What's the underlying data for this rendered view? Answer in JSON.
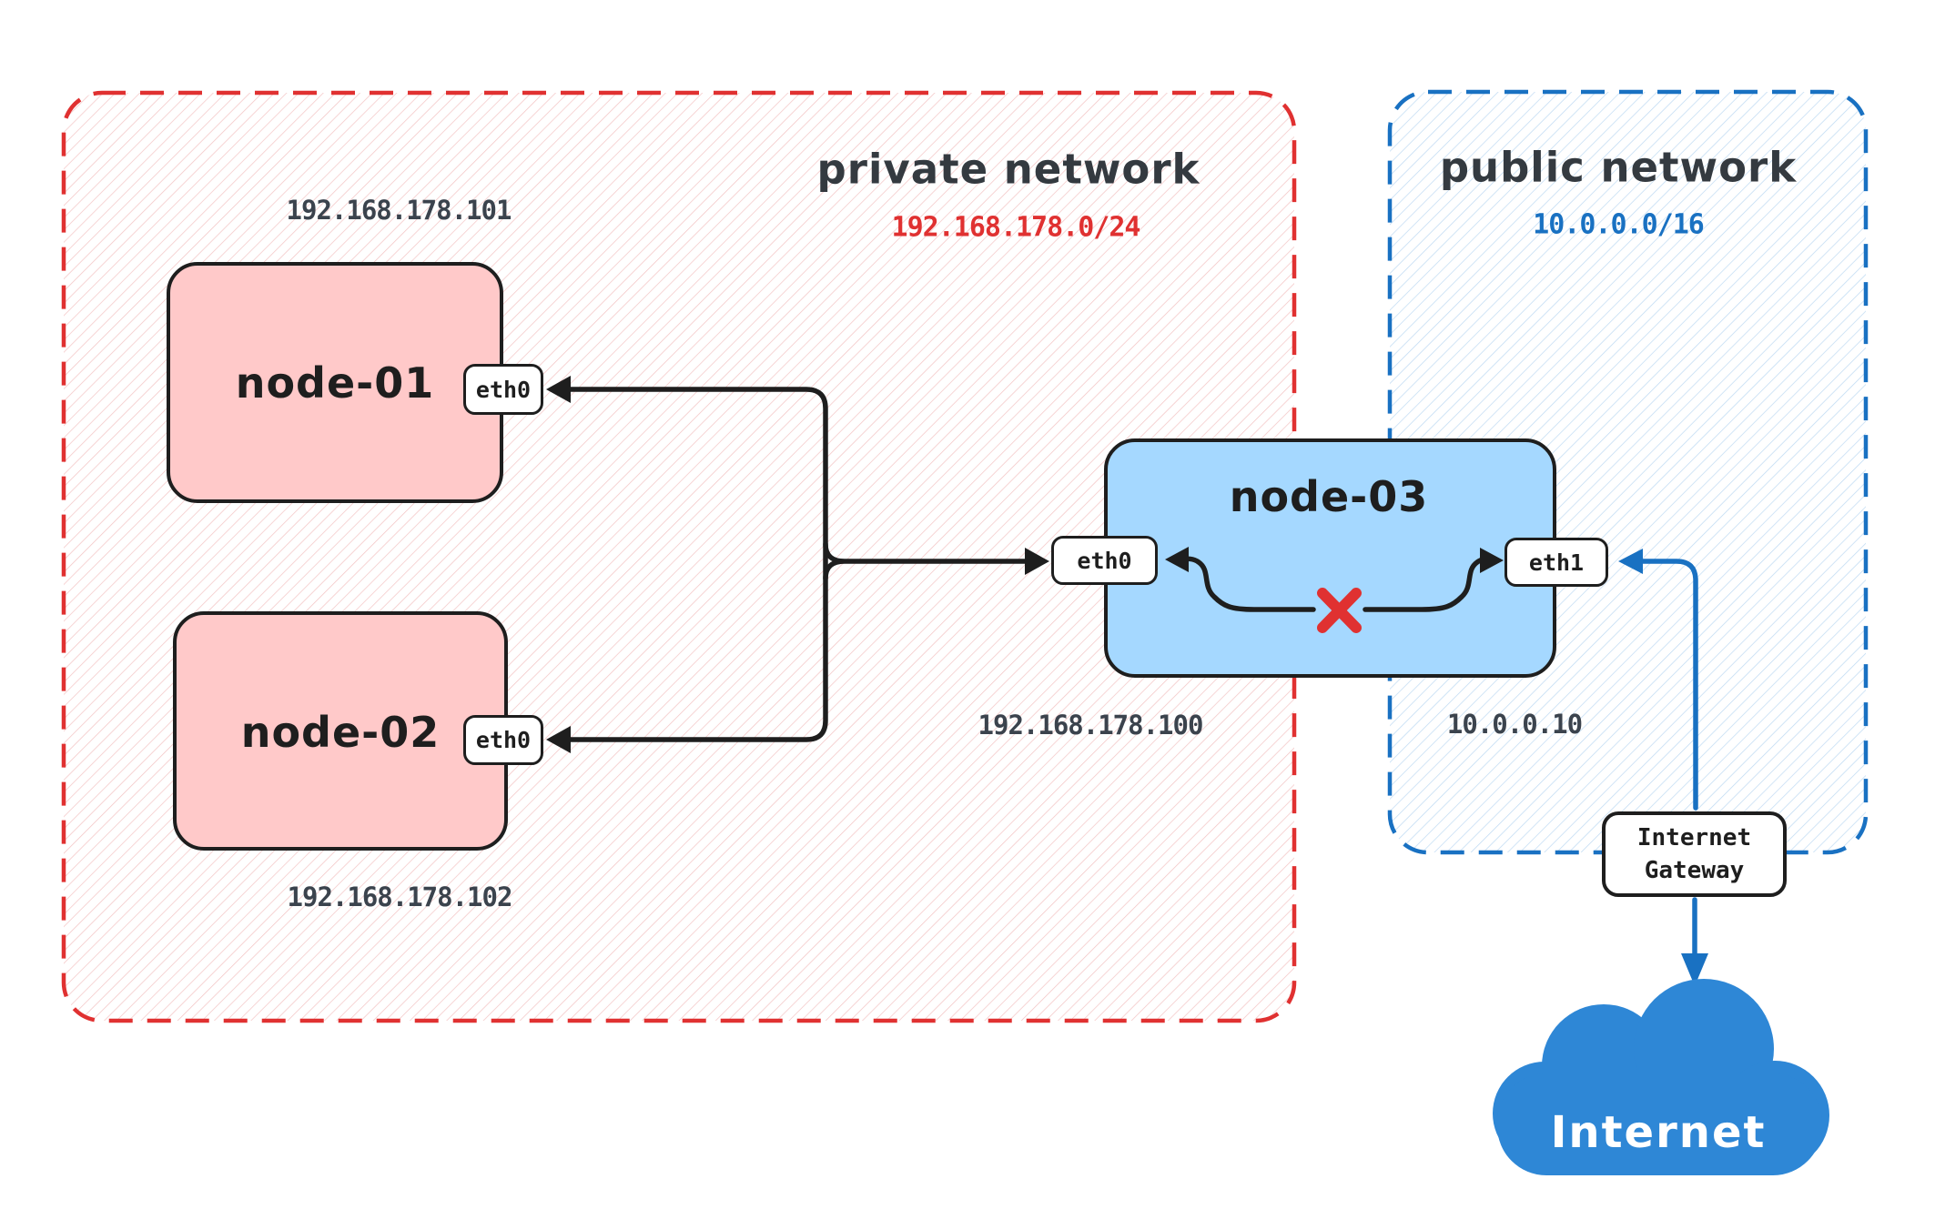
{
  "diagram": {
    "private_network": {
      "title": "private network",
      "subnet": "192.168.178.0/24"
    },
    "public_network": {
      "title": "public network",
      "subnet": "10.0.0.0/16"
    },
    "nodes": {
      "node01": {
        "label": "node-01",
        "ip": "192.168.178.101",
        "interface": "eth0"
      },
      "node02": {
        "label": "node-02",
        "ip": "192.168.178.102",
        "interface": "eth0"
      },
      "node03": {
        "label": "node-03",
        "private_interface": "eth0",
        "public_interface": "eth1",
        "private_ip": "192.168.178.100",
        "public_ip": "10.0.0.10"
      }
    },
    "gateway": {
      "label_line1": "Internet",
      "label_line2": "Gateway"
    },
    "cloud": {
      "label": "Internet"
    },
    "colors": {
      "private_accent": "#e03131",
      "public_accent": "#1971c2",
      "node_private_fill": "#ffc9c9",
      "node_public_fill": "#a5d8ff",
      "stroke_dark": "#1e1e1e",
      "ip_text": "#3b434d",
      "cloud_fill": "#2e87d6"
    }
  }
}
